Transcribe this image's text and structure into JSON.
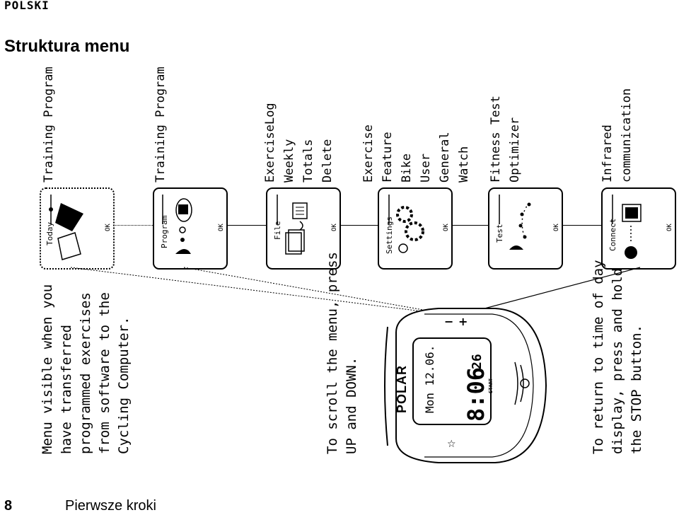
{
  "header": {
    "language": "POLSKI",
    "title": "Struktura menu"
  },
  "footer": {
    "page_number": "8",
    "section": "Pierwsze kroki"
  },
  "menu": [
    {
      "screen_label": "Today",
      "items": [
        "Training Program"
      ]
    },
    {
      "screen_label": "Program",
      "items": [
        "Training Program"
      ]
    },
    {
      "screen_label": "File",
      "items": [
        "ExerciseLog",
        "Weekly",
        "Totals",
        "Delete"
      ]
    },
    {
      "screen_label": "Settings",
      "items": [
        "Exercise",
        "Feature",
        "Bike",
        "User",
        "General",
        "Watch"
      ]
    },
    {
      "screen_label": "Test",
      "items": [
        "Fitness Test",
        "Optimizer"
      ]
    },
    {
      "screen_label": "Connect",
      "items": [
        "Infrared",
        "communication"
      ]
    }
  ],
  "screen_ok": "OK",
  "notes": {
    "left": [
      "Menu visible when you",
      "have transferred",
      "programmed exercises",
      "from software to the",
      "Cycling Computer."
    ],
    "middle": [
      "To scroll the menu, press",
      "UP and DOWN."
    ],
    "right": [
      "To return to time of day",
      "display, press and hold",
      "the STOP button."
    ]
  },
  "watch": {
    "brand": "POLAR",
    "date": "Mon 12.06.",
    "time": "8:06",
    "seconds": "26",
    "start": "START"
  }
}
